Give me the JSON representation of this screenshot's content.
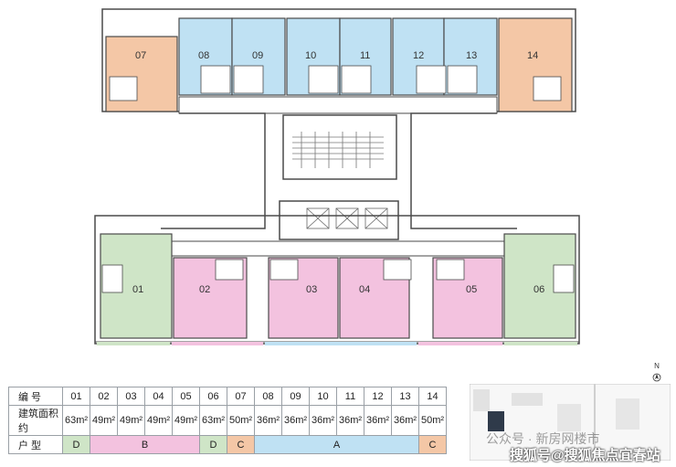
{
  "units_top": [
    {
      "id": "07",
      "type": "C"
    },
    {
      "id": "08",
      "type": "A"
    },
    {
      "id": "09",
      "type": "A"
    },
    {
      "id": "10",
      "type": "A"
    },
    {
      "id": "11",
      "type": "A"
    },
    {
      "id": "12",
      "type": "A"
    },
    {
      "id": "13",
      "type": "A"
    },
    {
      "id": "14",
      "type": "C"
    }
  ],
  "units_bottom": [
    {
      "id": "01",
      "type": "D"
    },
    {
      "id": "02",
      "type": "B"
    },
    {
      "id": "03",
      "type": "B"
    },
    {
      "id": "04",
      "type": "B"
    },
    {
      "id": "05",
      "type": "B"
    },
    {
      "id": "06",
      "type": "D"
    }
  ],
  "colors": {
    "A": "#bfe1f3",
    "B": "#f3c2df",
    "C": "#f4c7a6",
    "D": "#cfe5c7",
    "wall": "#4a4a4a"
  },
  "table": {
    "row_labels": [
      "编 号",
      "建筑面积约",
      "户 型"
    ],
    "numbers": [
      "01",
      "02",
      "03",
      "04",
      "05",
      "06",
      "07",
      "08",
      "09",
      "10",
      "11",
      "12",
      "13",
      "14"
    ],
    "areas": [
      "63m²",
      "49m²",
      "49m²",
      "49m²",
      "49m²",
      "63m²",
      "50m²",
      "36m²",
      "36m²",
      "36m²",
      "36m²",
      "36m²",
      "36m²",
      "50m²"
    ],
    "types": [
      {
        "label": "D",
        "span": 1,
        "class": "typeD"
      },
      {
        "label": "B",
        "span": 4,
        "class": "typeB"
      },
      {
        "label": "D",
        "span": 1,
        "class": "typeD"
      },
      {
        "label": "C",
        "span": 1,
        "class": "typeC"
      },
      {
        "label": "A",
        "span": 6,
        "class": "typeA"
      },
      {
        "label": "C",
        "span": 1,
        "class": "typeC"
      }
    ]
  },
  "north_label": "N",
  "watermark_1": "公众号 · 新房网楼市",
  "watermark_2": "搜狐号@搜狐焦点宜春站"
}
